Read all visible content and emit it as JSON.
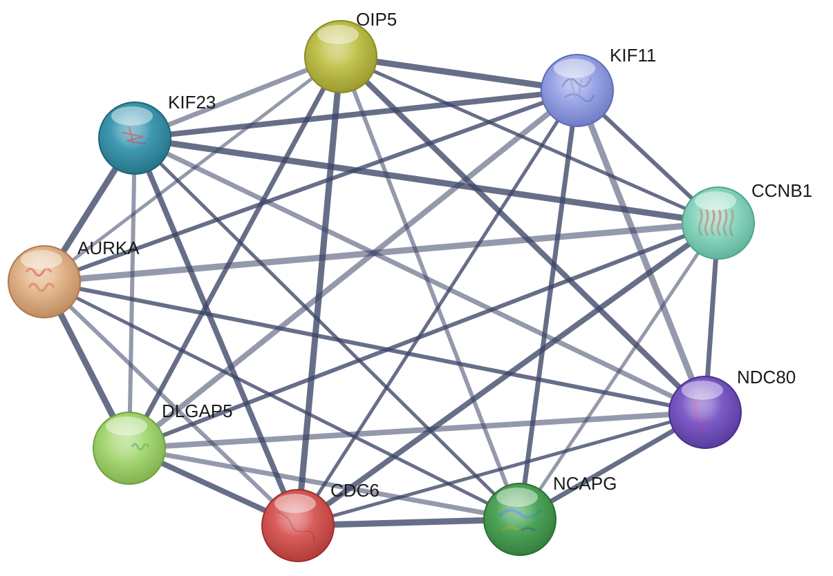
{
  "network": {
    "nodes": [
      {
        "id": "OIP5",
        "label": "OIP5",
        "color": "#c2c24e",
        "dark": "#8a8a24",
        "glyph": "none"
      },
      {
        "id": "KIF11",
        "label": "KIF11",
        "color": "#9ba7e6",
        "dark": "#5e6cb8",
        "glyph": "blue-structure"
      },
      {
        "id": "CCNB1",
        "label": "CCNB1",
        "color": "#8fd9c3",
        "dark": "#4fa58c",
        "glyph": "red-structure"
      },
      {
        "id": "NDC80",
        "label": "NDC80",
        "color": "#7d5cc7",
        "dark": "#4b2f8e",
        "glyph": "pink-strand"
      },
      {
        "id": "NCAPG",
        "label": "NCAPG",
        "color": "#4fa65a",
        "dark": "#2a6f33",
        "glyph": "rainbow-structure"
      },
      {
        "id": "CDC6",
        "label": "CDC6",
        "color": "#d95d5b",
        "dark": "#a12e2c",
        "glyph": "thin-strand"
      },
      {
        "id": "DLGAP5",
        "label": "DLGAP5",
        "color": "#a9d978",
        "dark": "#6fa33e",
        "glyph": "green-helix"
      },
      {
        "id": "AURKA",
        "label": "AURKA",
        "color": "#e4b88f",
        "dark": "#b07a4c",
        "glyph": "red-helix"
      },
      {
        "id": "KIF23",
        "label": "KIF23",
        "color": "#3f9ab2",
        "dark": "#1e6477",
        "glyph": "red-strand"
      }
    ],
    "edges": [
      [
        "OIP5",
        "KIF11"
      ],
      [
        "OIP5",
        "KIF23"
      ],
      [
        "OIP5",
        "CCNB1"
      ],
      [
        "OIP5",
        "NDC80"
      ],
      [
        "OIP5",
        "NCAPG"
      ],
      [
        "OIP5",
        "CDC6"
      ],
      [
        "OIP5",
        "DLGAP5"
      ],
      [
        "OIP5",
        "AURKA"
      ],
      [
        "KIF11",
        "KIF23"
      ],
      [
        "KIF11",
        "CCNB1"
      ],
      [
        "KIF11",
        "NDC80"
      ],
      [
        "KIF11",
        "NCAPG"
      ],
      [
        "KIF11",
        "CDC6"
      ],
      [
        "KIF11",
        "DLGAP5"
      ],
      [
        "KIF11",
        "AURKA"
      ],
      [
        "KIF23",
        "CCNB1"
      ],
      [
        "KIF23",
        "NDC80"
      ],
      [
        "KIF23",
        "NCAPG"
      ],
      [
        "KIF23",
        "CDC6"
      ],
      [
        "KIF23",
        "DLGAP5"
      ],
      [
        "KIF23",
        "AURKA"
      ],
      [
        "CCNB1",
        "NDC80"
      ],
      [
        "CCNB1",
        "NCAPG"
      ],
      [
        "CCNB1",
        "CDC6"
      ],
      [
        "CCNB1",
        "DLGAP5"
      ],
      [
        "CCNB1",
        "AURKA"
      ],
      [
        "NDC80",
        "NCAPG"
      ],
      [
        "NDC80",
        "CDC6"
      ],
      [
        "NDC80",
        "DLGAP5"
      ],
      [
        "NDC80",
        "AURKA"
      ],
      [
        "NCAPG",
        "CDC6"
      ],
      [
        "NCAPG",
        "DLGAP5"
      ],
      [
        "NCAPG",
        "AURKA"
      ],
      [
        "CDC6",
        "DLGAP5"
      ],
      [
        "CDC6",
        "AURKA"
      ],
      [
        "DLGAP5",
        "AURKA"
      ]
    ],
    "edge_color": "#3c4566"
  }
}
